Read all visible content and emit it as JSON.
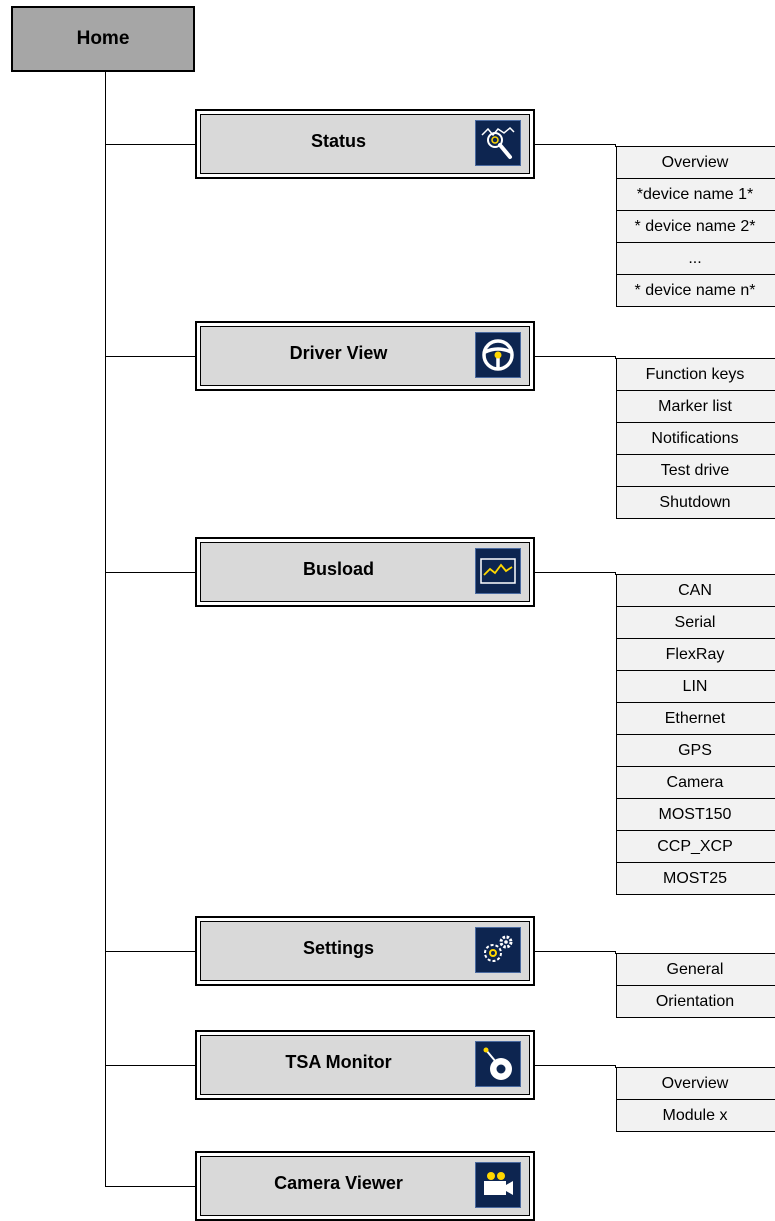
{
  "home": {
    "label": "Home"
  },
  "sections": [
    {
      "label": "Status",
      "icon": "magnifier-chart-icon",
      "items": [
        "Overview",
        "*device name 1*",
        "* device name 2*",
        "...",
        "* device name n*"
      ]
    },
    {
      "label": "Driver View",
      "icon": "steering-wheel-icon",
      "items": [
        "Function keys",
        "Marker list",
        "Notifications",
        "Test drive",
        "Shutdown"
      ]
    },
    {
      "label": "Busload",
      "icon": "signal-wave-icon",
      "items": [
        "CAN",
        "Serial",
        "FlexRay",
        "LIN",
        "Ethernet",
        "GPS",
        "Camera",
        "MOST150",
        "CCP_XCP",
        "MOST25"
      ]
    },
    {
      "label": "Settings",
      "icon": "gears-icon",
      "items": [
        "General",
        "Orientation"
      ]
    },
    {
      "label": "TSA Monitor",
      "icon": "disc-probe-icon",
      "items": [
        "Overview",
        "Module x"
      ]
    },
    {
      "label": "Camera Viewer",
      "icon": "video-camera-icon",
      "items": []
    }
  ],
  "colors": {
    "icon_bg": "#0d2550",
    "icon_accent": "#ffd700",
    "node_fill": "#d9d9d9",
    "home_fill": "#a6a6a6"
  }
}
